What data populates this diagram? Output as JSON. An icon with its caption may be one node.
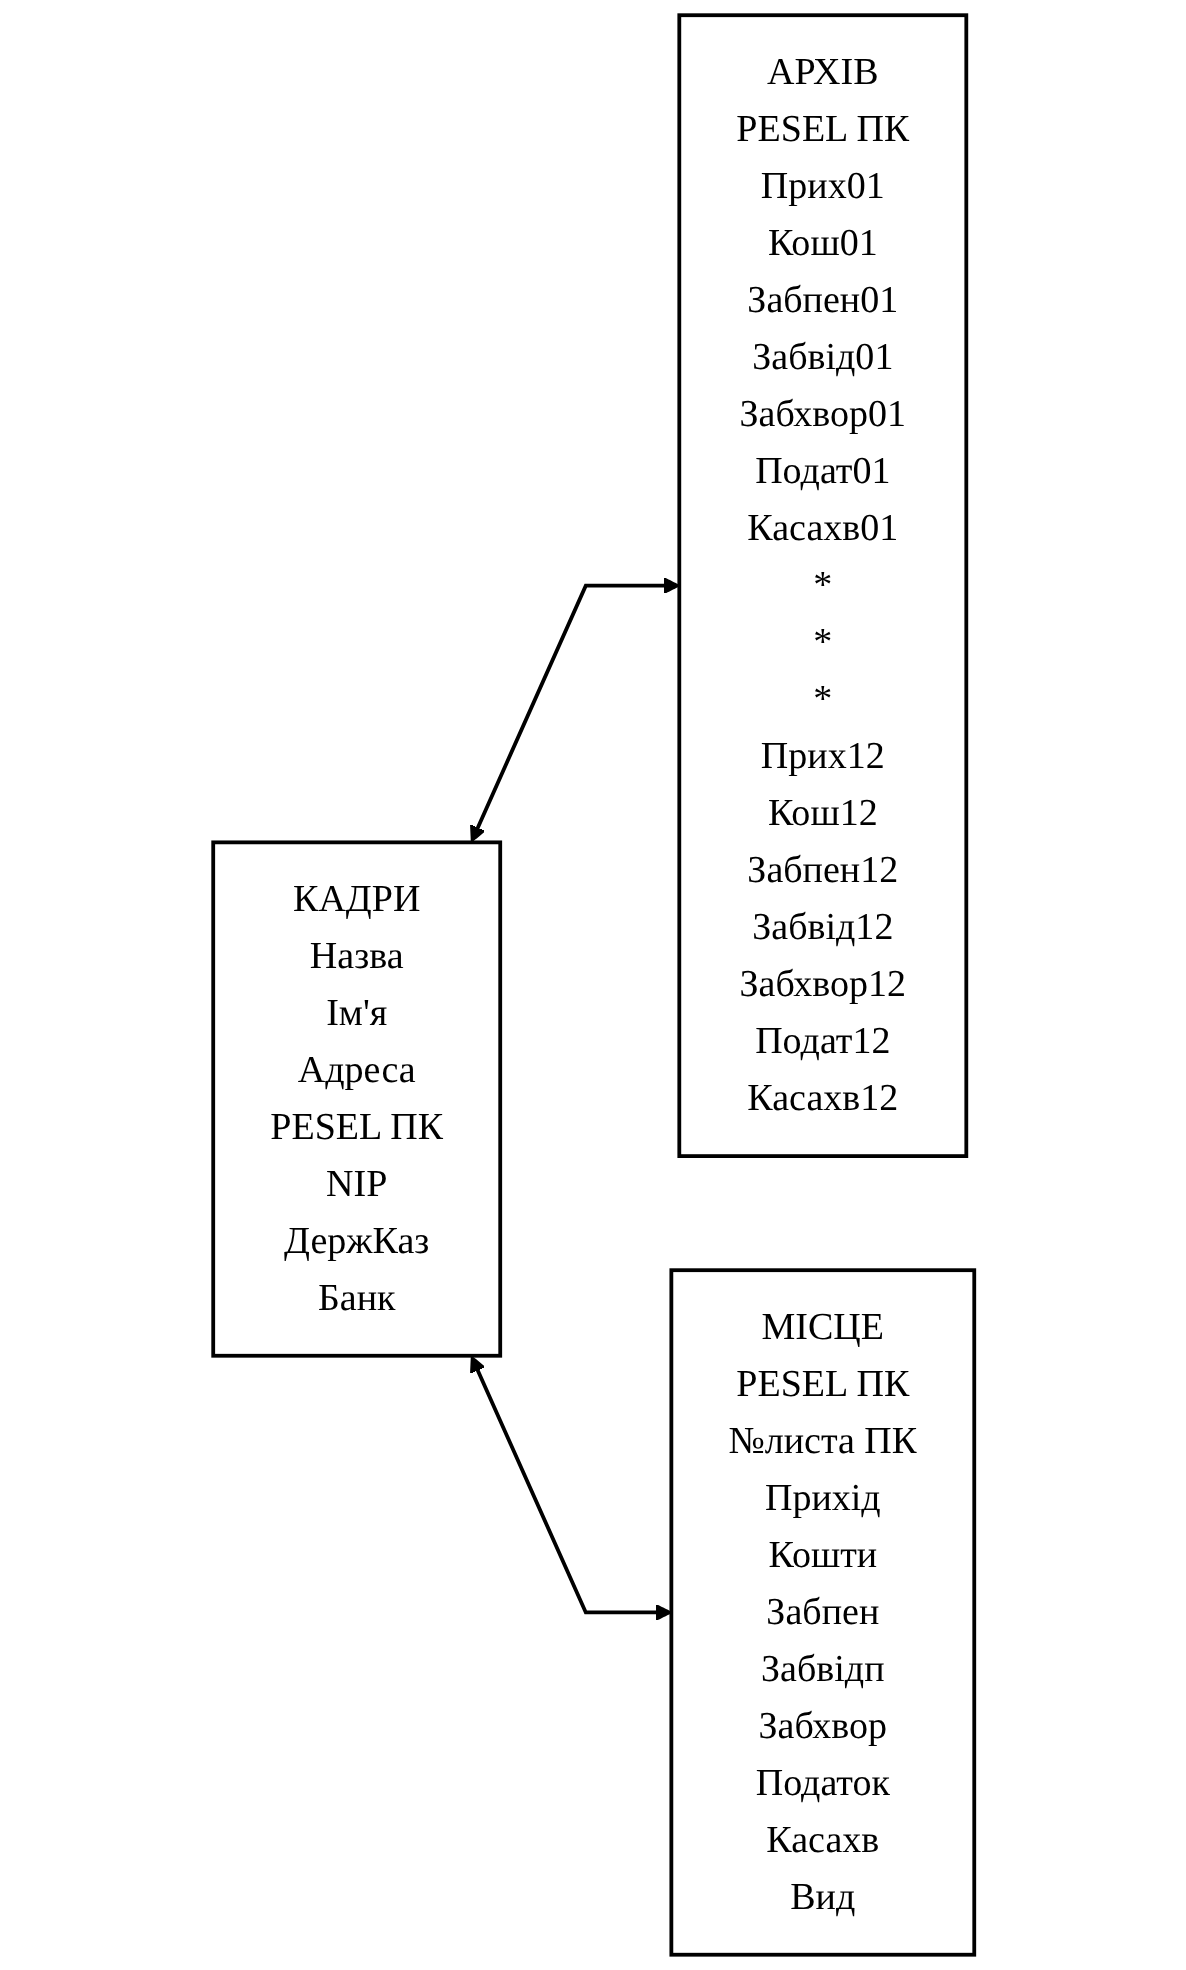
{
  "diagram": {
    "nodes": [
      {
        "text": [
          "КАДРИ",
          "Назва",
          "Ім'я",
          "Адреса",
          "PESEL   ПК",
          "NIP",
          "ДержКаз",
          "Банк"
        ]
      },
      {
        "text": [
          "АРХІВ",
          "PESEL    ПК",
          "Прих01",
          "Кош01",
          "Забпен01",
          "Забвід01",
          "Забхвор01",
          "Подат01",
          "Касахв01",
          "*",
          "*",
          "*",
          "Прих12",
          "Кош12",
          "Забпен12",
          "Забвід12",
          "Забхвор12",
          "Подат12",
          "Касахв12"
        ]
      },
      {
        "text": [
          "МІСЦЕ",
          "PESEL    ПК",
          "№листа  ПК",
          "Прихід",
          "Кошти",
          "Забпен",
          "Забвідп",
          "Забхвор",
          "Податок",
          "Касахв",
          "Вид"
        ]
      }
    ],
    "edges": [
      {
        "from": 0,
        "to": 1,
        "arrow": "both"
      },
      {
        "from": 0,
        "to": 2,
        "arrow": "both"
      }
    ]
  }
}
